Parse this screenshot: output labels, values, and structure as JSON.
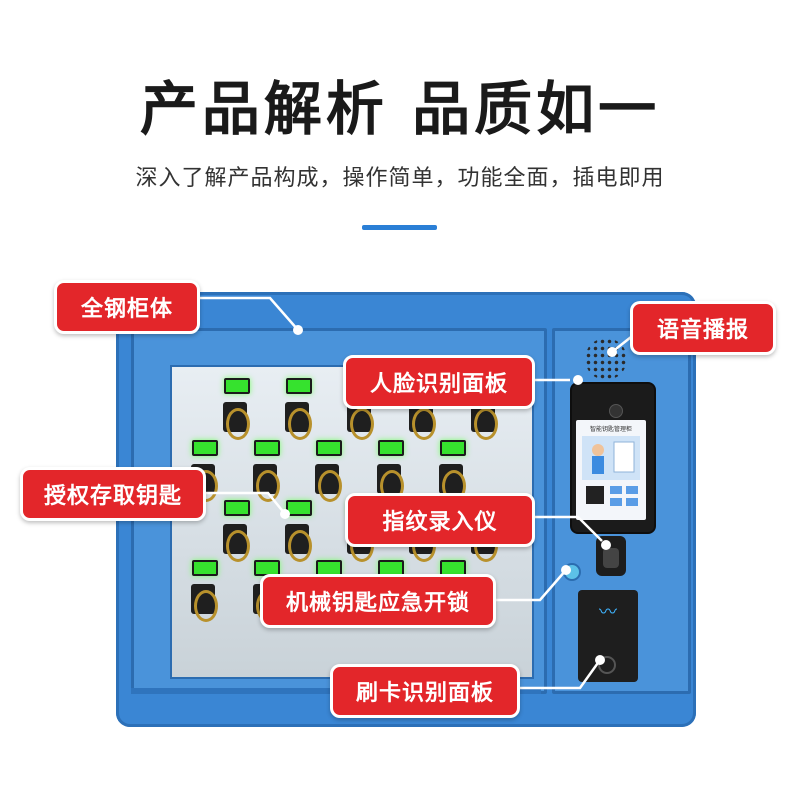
{
  "header": {
    "title": "产品解析 品质如一",
    "subtitle": "深入了解产品构成，操作简单，功能全面，插电即用"
  },
  "callouts": {
    "steel_body": "全钢柜体",
    "voice": "语音播报",
    "face_panel": "人脸识别面板",
    "auth_key": "授权存取钥匙",
    "fingerprint": "指纹录入仪",
    "mech_key": "机械钥匙应急开锁",
    "card_panel": "刷卡识别面板"
  },
  "screen": {
    "heading": "智能钥匙管理柜"
  },
  "colors": {
    "cabinet": "#3a86d4",
    "callout": "#e3262a",
    "led": "#36e22e",
    "accent": "#2a7fd6"
  },
  "icons": {
    "speaker": "speaker-grille-icon",
    "card": "rfid-wave-icon",
    "fingerprint": "fingerprint-sensor-icon"
  }
}
